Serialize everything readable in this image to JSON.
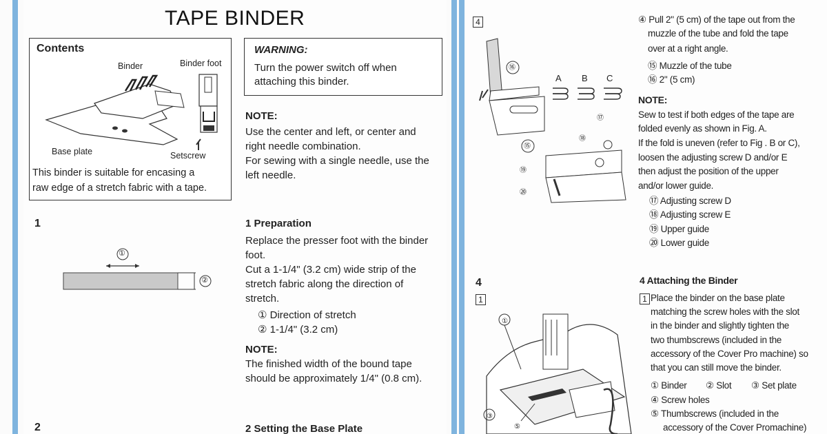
{
  "left": {
    "title": "TAPE BINDER",
    "contents": {
      "heading": "Contents",
      "binder": "Binder",
      "binder_foot": "Binder foot",
      "base_plate": "Base plate",
      "setscrew": "Setscrew",
      "note_lines": [
        "This binder is suitable for encasing a",
        "raw edge of a stretch fabric with a tape."
      ]
    },
    "warning": {
      "heading": "WARNING:",
      "lines": [
        "Turn the power switch off when",
        "attaching this binder."
      ]
    },
    "note1": {
      "heading": "NOTE:",
      "lines": [
        "Use the center and left, or center and",
        "right needle combination.",
        "For sewing with a single needle, use the",
        "left needle."
      ]
    },
    "step1": {
      "number": "1",
      "heading": "1  Preparation",
      "lines": [
        "Replace the presser foot with the binder",
        "foot.",
        "Cut a 1-1/4\" (3.2 cm) wide strip of the",
        "stretch fabric along the direction of",
        "stretch."
      ],
      "items": [
        "① Direction of stretch",
        "② 1-1/4\" (3.2 cm)"
      ],
      "fig_label_1": "①",
      "fig_label_2": "②"
    },
    "note2": {
      "heading": "NOTE:",
      "lines": [
        "The finished width of the bound tape",
        "should be approximately 1/4\" (0.8 cm)."
      ]
    },
    "step2": {
      "number": "2",
      "heading": "2  Setting the Base Plate"
    }
  },
  "right": {
    "box4": "4",
    "step4_pull": [
      "④ Pull 2\" (5 cm) of the tape out from the",
      "muzzle of the tube and fold the tape",
      "over at a right angle."
    ],
    "pull_items": [
      "⑮ Muzzle of the tube",
      "⑯ 2\" (5 cm)"
    ],
    "fig_letters": [
      "A",
      "B",
      "C"
    ],
    "fig_labels": {
      "l16": "⑯",
      "l15": "⑮",
      "l17": "⑰",
      "l18": "⑱",
      "l19": "⑲",
      "l20": "⑳"
    },
    "note": {
      "heading": "NOTE:",
      "lines": [
        "Sew to test if both edges of the tape are",
        "folded evenly as shown in Fig. A.",
        "If the fold is uneven (refer to Fig . B or C),",
        "loosen the adjusting screw D and/or E",
        "then adjust the position of the upper",
        "and/or lower guide."
      ],
      "items": [
        "⑰ Adjusting screw D",
        "⑱ Adjusting screw E",
        "⑲ Upper guide",
        "⑳ Lower guide"
      ]
    },
    "step4": {
      "number": "4",
      "box1": "1",
      "heading": "4  Attaching the Binder",
      "lines": [
        "Place the binder on the base plate",
        "matching the screw holes with the slot",
        "in the binder and slightly tighten the",
        "two thumbscrews (included in the",
        "accessory of the Cover Pro machine) so",
        "that you can still move the binder."
      ],
      "items_row": [
        "① Binder",
        "② Slot",
        "③ Set plate"
      ],
      "items": [
        "④ Screw holes",
        "⑤ Thumbscrews (included in the",
        "accessory of the Cover Promachine)"
      ],
      "fig_labels": [
        "①",
        "③",
        "⑤"
      ]
    }
  }
}
